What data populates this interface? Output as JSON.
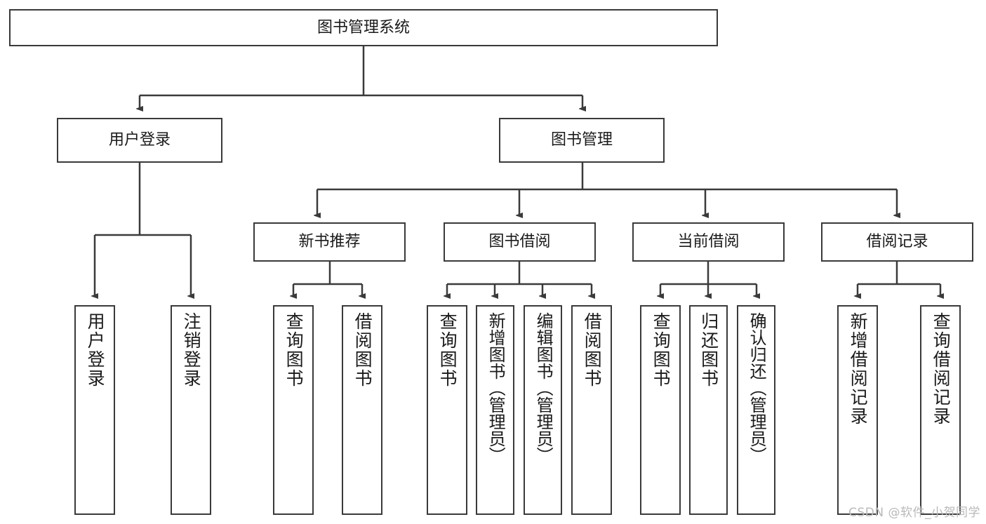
{
  "diagram": {
    "type": "tree-hierarchy-chart",
    "title": "图书管理系统",
    "watermark": "CSDN @软件_小贺同学",
    "colors": {
      "box_border": "#3a3a3a",
      "box_fill": "#ffffff",
      "connector": "#3a3a3a",
      "text": "#1a1a1a",
      "watermark": "#b9b9b9",
      "background": "#ffffff"
    },
    "root": {
      "label": "图书管理系统"
    },
    "level1": [
      {
        "label": "用户登录"
      },
      {
        "label": "图书管理"
      }
    ],
    "level2": [
      {
        "label": "新书推荐"
      },
      {
        "label": "图书借阅"
      },
      {
        "label": "当前借阅"
      },
      {
        "label": "借阅记录"
      }
    ],
    "leaves": {
      "user_login": [
        {
          "label": "用户登录"
        },
        {
          "label": "注销登录"
        }
      ],
      "new_book_recommend": [
        {
          "label": "查询图书"
        },
        {
          "label": "借阅图书"
        }
      ],
      "book_borrow": [
        {
          "label": "查询图书"
        },
        {
          "label": "新增图书（管理员）"
        },
        {
          "label": "编辑图书（管理员）"
        },
        {
          "label": "借阅图书"
        }
      ],
      "current_borrow": [
        {
          "label": "查询图书"
        },
        {
          "label": "归还图书"
        },
        {
          "label": "确认归还（管理员）"
        }
      ],
      "borrow_record": [
        {
          "label": "新增借阅记录"
        },
        {
          "label": "查询借阅记录"
        }
      ]
    }
  }
}
